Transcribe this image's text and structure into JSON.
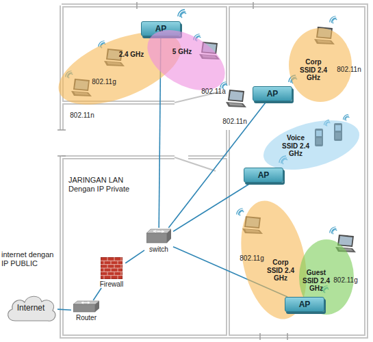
{
  "diagram": {
    "nodes": [
      {
        "text": [
          "2.4 GHz"
        ]
      },
      {
        "text": [
          "AP"
        ]
      },
      {
        "text": [
          "5 GHz"
        ]
      },
      {
        "text": [
          "Corp SSID 2.4 GHz"
        ]
      },
      {
        "text": [
          "AP"
        ]
      },
      {
        "text": [
          "Voice SSID 2.4 GHz"
        ]
      },
      {
        "text": [
          "AP"
        ]
      },
      {
        "text": [
          "switch"
        ]
      },
      {
        "text": [
          "Corp SSID 2.4 GHz"
        ]
      },
      {
        "text": [
          "Guest SSID 2.4 GHz"
        ]
      },
      {
        "text": [
          "Firewall"
        ]
      },
      {
        "text": [
          "AP"
        ]
      },
      {
        "text": [
          "Internet"
        ]
      },
      {
        "text": [
          "Router"
        ]
      }
    ],
    "edges": [
      {
        "from": 7,
        "to": 1,
        "arrow": "none"
      },
      {
        "from": 7,
        "to": 4,
        "arrow": "none"
      },
      {
        "from": 7,
        "to": 6,
        "arrow": "none"
      },
      {
        "from": 7,
        "to": 11,
        "arrow": "none"
      },
      {
        "from": 10,
        "to": 7,
        "arrow": "none"
      },
      {
        "from": 13,
        "to": 10,
        "arrow": "none"
      },
      {
        "from": 12,
        "to": 13,
        "arrow": "none"
      }
    ],
    "labels": [
      "JARINGAN LAN Dengan IP Private",
      "internet dengan IP PUBLIC",
      "802.11g",
      "802.11n",
      "802.11a",
      "802.11n",
      "802.11n",
      "802.11g",
      "802.11g"
    ]
  }
}
